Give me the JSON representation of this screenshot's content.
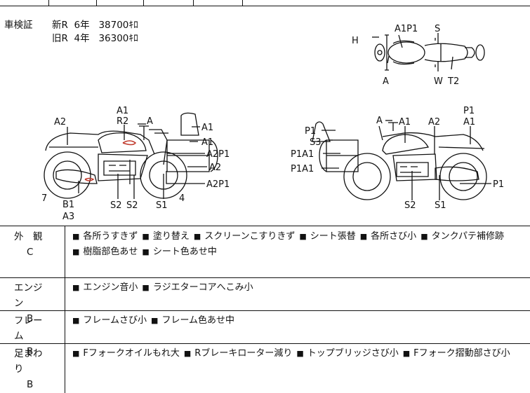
{
  "shaken": {
    "label": "車検証",
    "rows": [
      {
        "model": "新R",
        "years": "6年",
        "km": "38700ｷﾛ"
      },
      {
        "model": "旧R",
        "years": "4年",
        "km": "36300ｷﾛ"
      }
    ]
  },
  "top_view_labels": {
    "H": "H",
    "A1P1": "A1P1",
    "S": "S",
    "A": "A",
    "W": "W",
    "T2": "T2"
  },
  "left_view_labels": {
    "A2": "A2",
    "A1_top": "A1",
    "R2": "R2",
    "A_top": "A",
    "A1_r1": "A1",
    "A1_r2": "A1",
    "A2P1_r1": "A2P1",
    "A2_r": "A2",
    "A2P1_r2": "A2P1",
    "seven": "7",
    "B1": "B1",
    "A3": "A3",
    "S2a": "S2",
    "S2b": "S2",
    "S1": "S1",
    "four": "4"
  },
  "right_view_labels": {
    "A": "A",
    "A1": "A1",
    "A2": "A2",
    "P1_top": "P1",
    "A1_top": "A1",
    "P1_l": "P1",
    "S3": "S3",
    "P1A1_a": "P1A1",
    "P1A1_b": "P1A1",
    "S2": "S2",
    "S1": "S1",
    "P1_r": "P1"
  },
  "conditions": [
    {
      "category": "外　観",
      "grade": "C",
      "lines": [
        [
          "各所うすきず",
          "塗り替え",
          "スクリーンこすりきず",
          "シート張替",
          "各所さび小",
          "タンクパテ補修跡"
        ],
        [
          "樹脂部色あせ",
          "シート色あせ中"
        ]
      ]
    },
    {
      "category": "エンジン",
      "grade": "B",
      "lines": [
        [
          "エンジン音小",
          "ラジエターコアへこみ小"
        ]
      ]
    },
    {
      "category": "フレーム",
      "grade": "B",
      "lines": [
        [
          "フレームさび小",
          "フレーム色あせ中"
        ]
      ]
    },
    {
      "category": "足まわり",
      "grade": "B",
      "lines": [
        [
          "Fフォークオイルもれ大",
          "Rブレーキローター減り",
          "トップブリッジさび小",
          "Fフォーク摺動部さび小"
        ]
      ]
    }
  ],
  "colors": {
    "line": "#111111",
    "damage_mark": "#c0392b"
  }
}
